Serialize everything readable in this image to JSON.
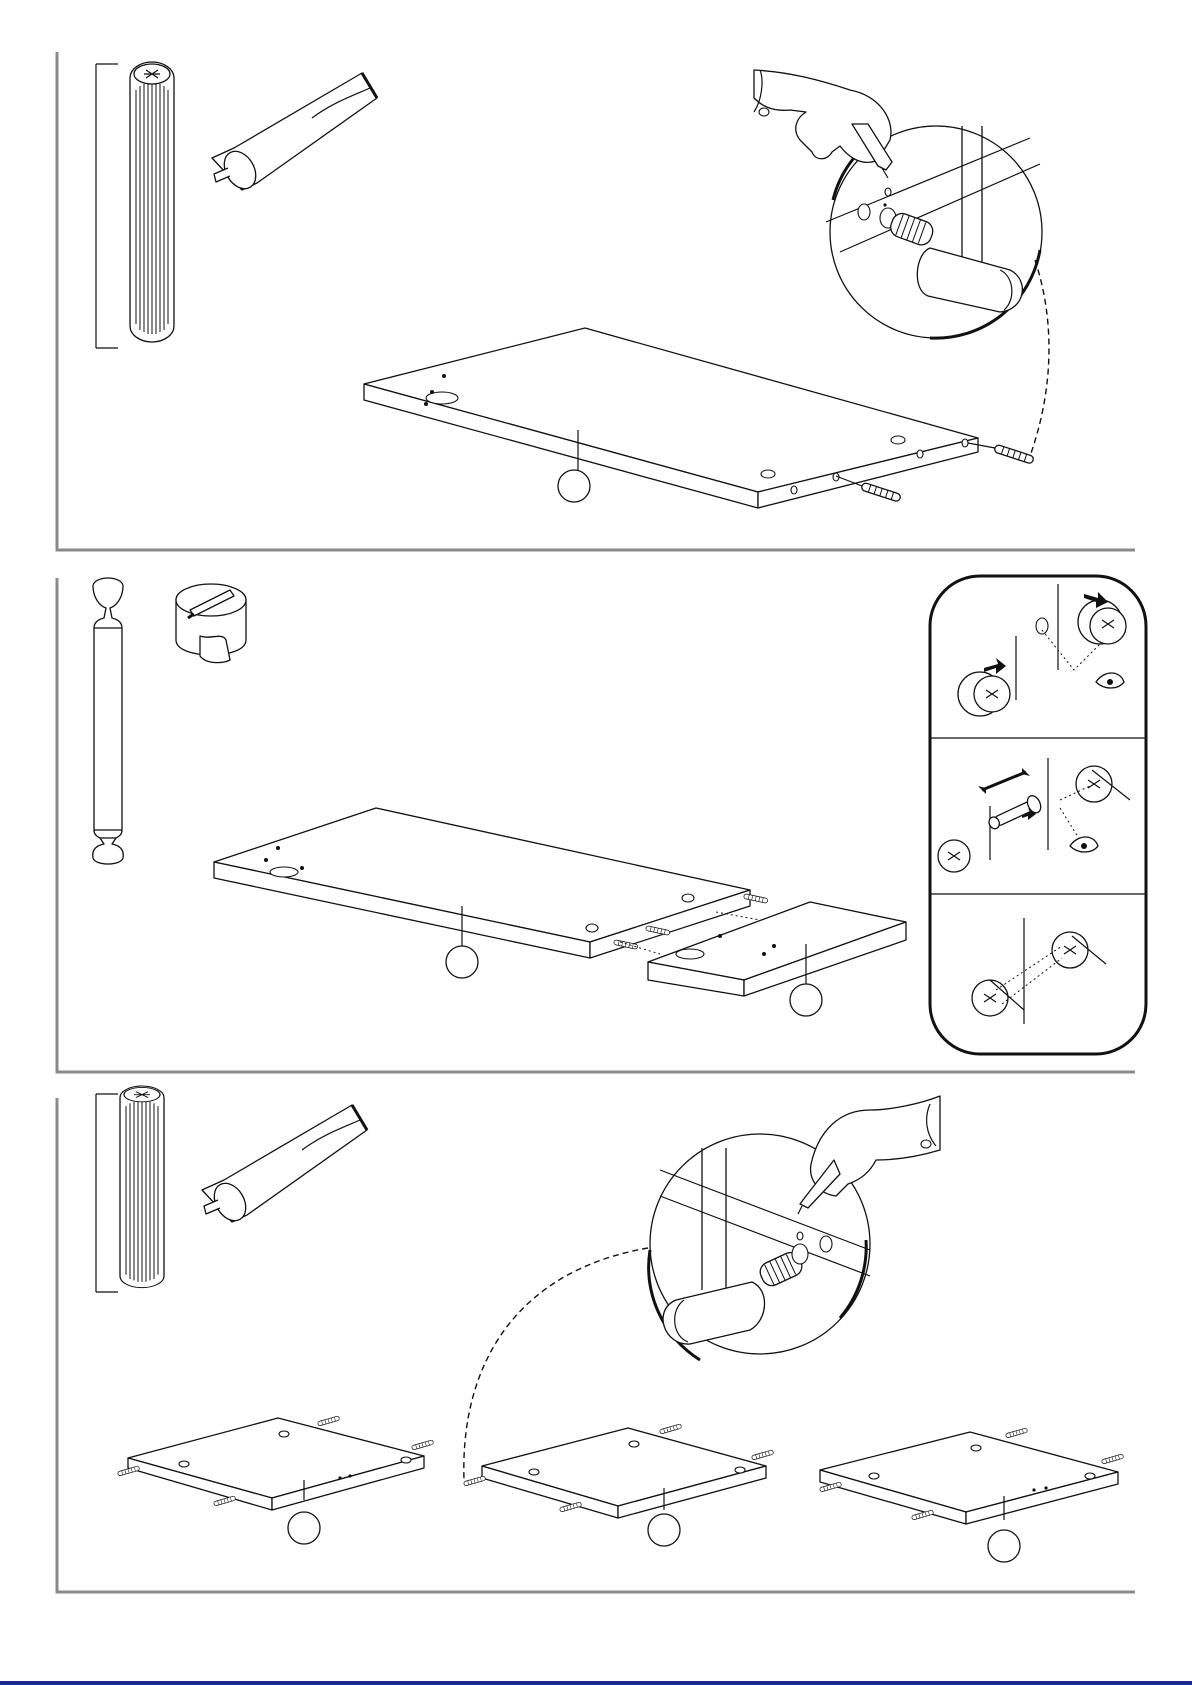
{
  "steps": [
    {
      "id": "step-1",
      "parts_shown": [
        "wooden-dowel",
        "glue-tube"
      ],
      "callouts": 1,
      "detail": "glue-and-hammer-dowel-magnifier"
    },
    {
      "id": "step-2",
      "parts_shown": [
        "cam-bolt",
        "cam-lock"
      ],
      "callouts": 2,
      "detail": "cam-lock-instruction-panel"
    },
    {
      "id": "step-3",
      "parts_shown": [
        "wooden-dowel",
        "glue-tube"
      ],
      "callouts": 3,
      "detail": "glue-and-hammer-dowel-magnifier"
    }
  ],
  "colors": {
    "frame": "#8a8a8a",
    "ink": "#111111",
    "footer_bar": "#1b2a8c"
  }
}
